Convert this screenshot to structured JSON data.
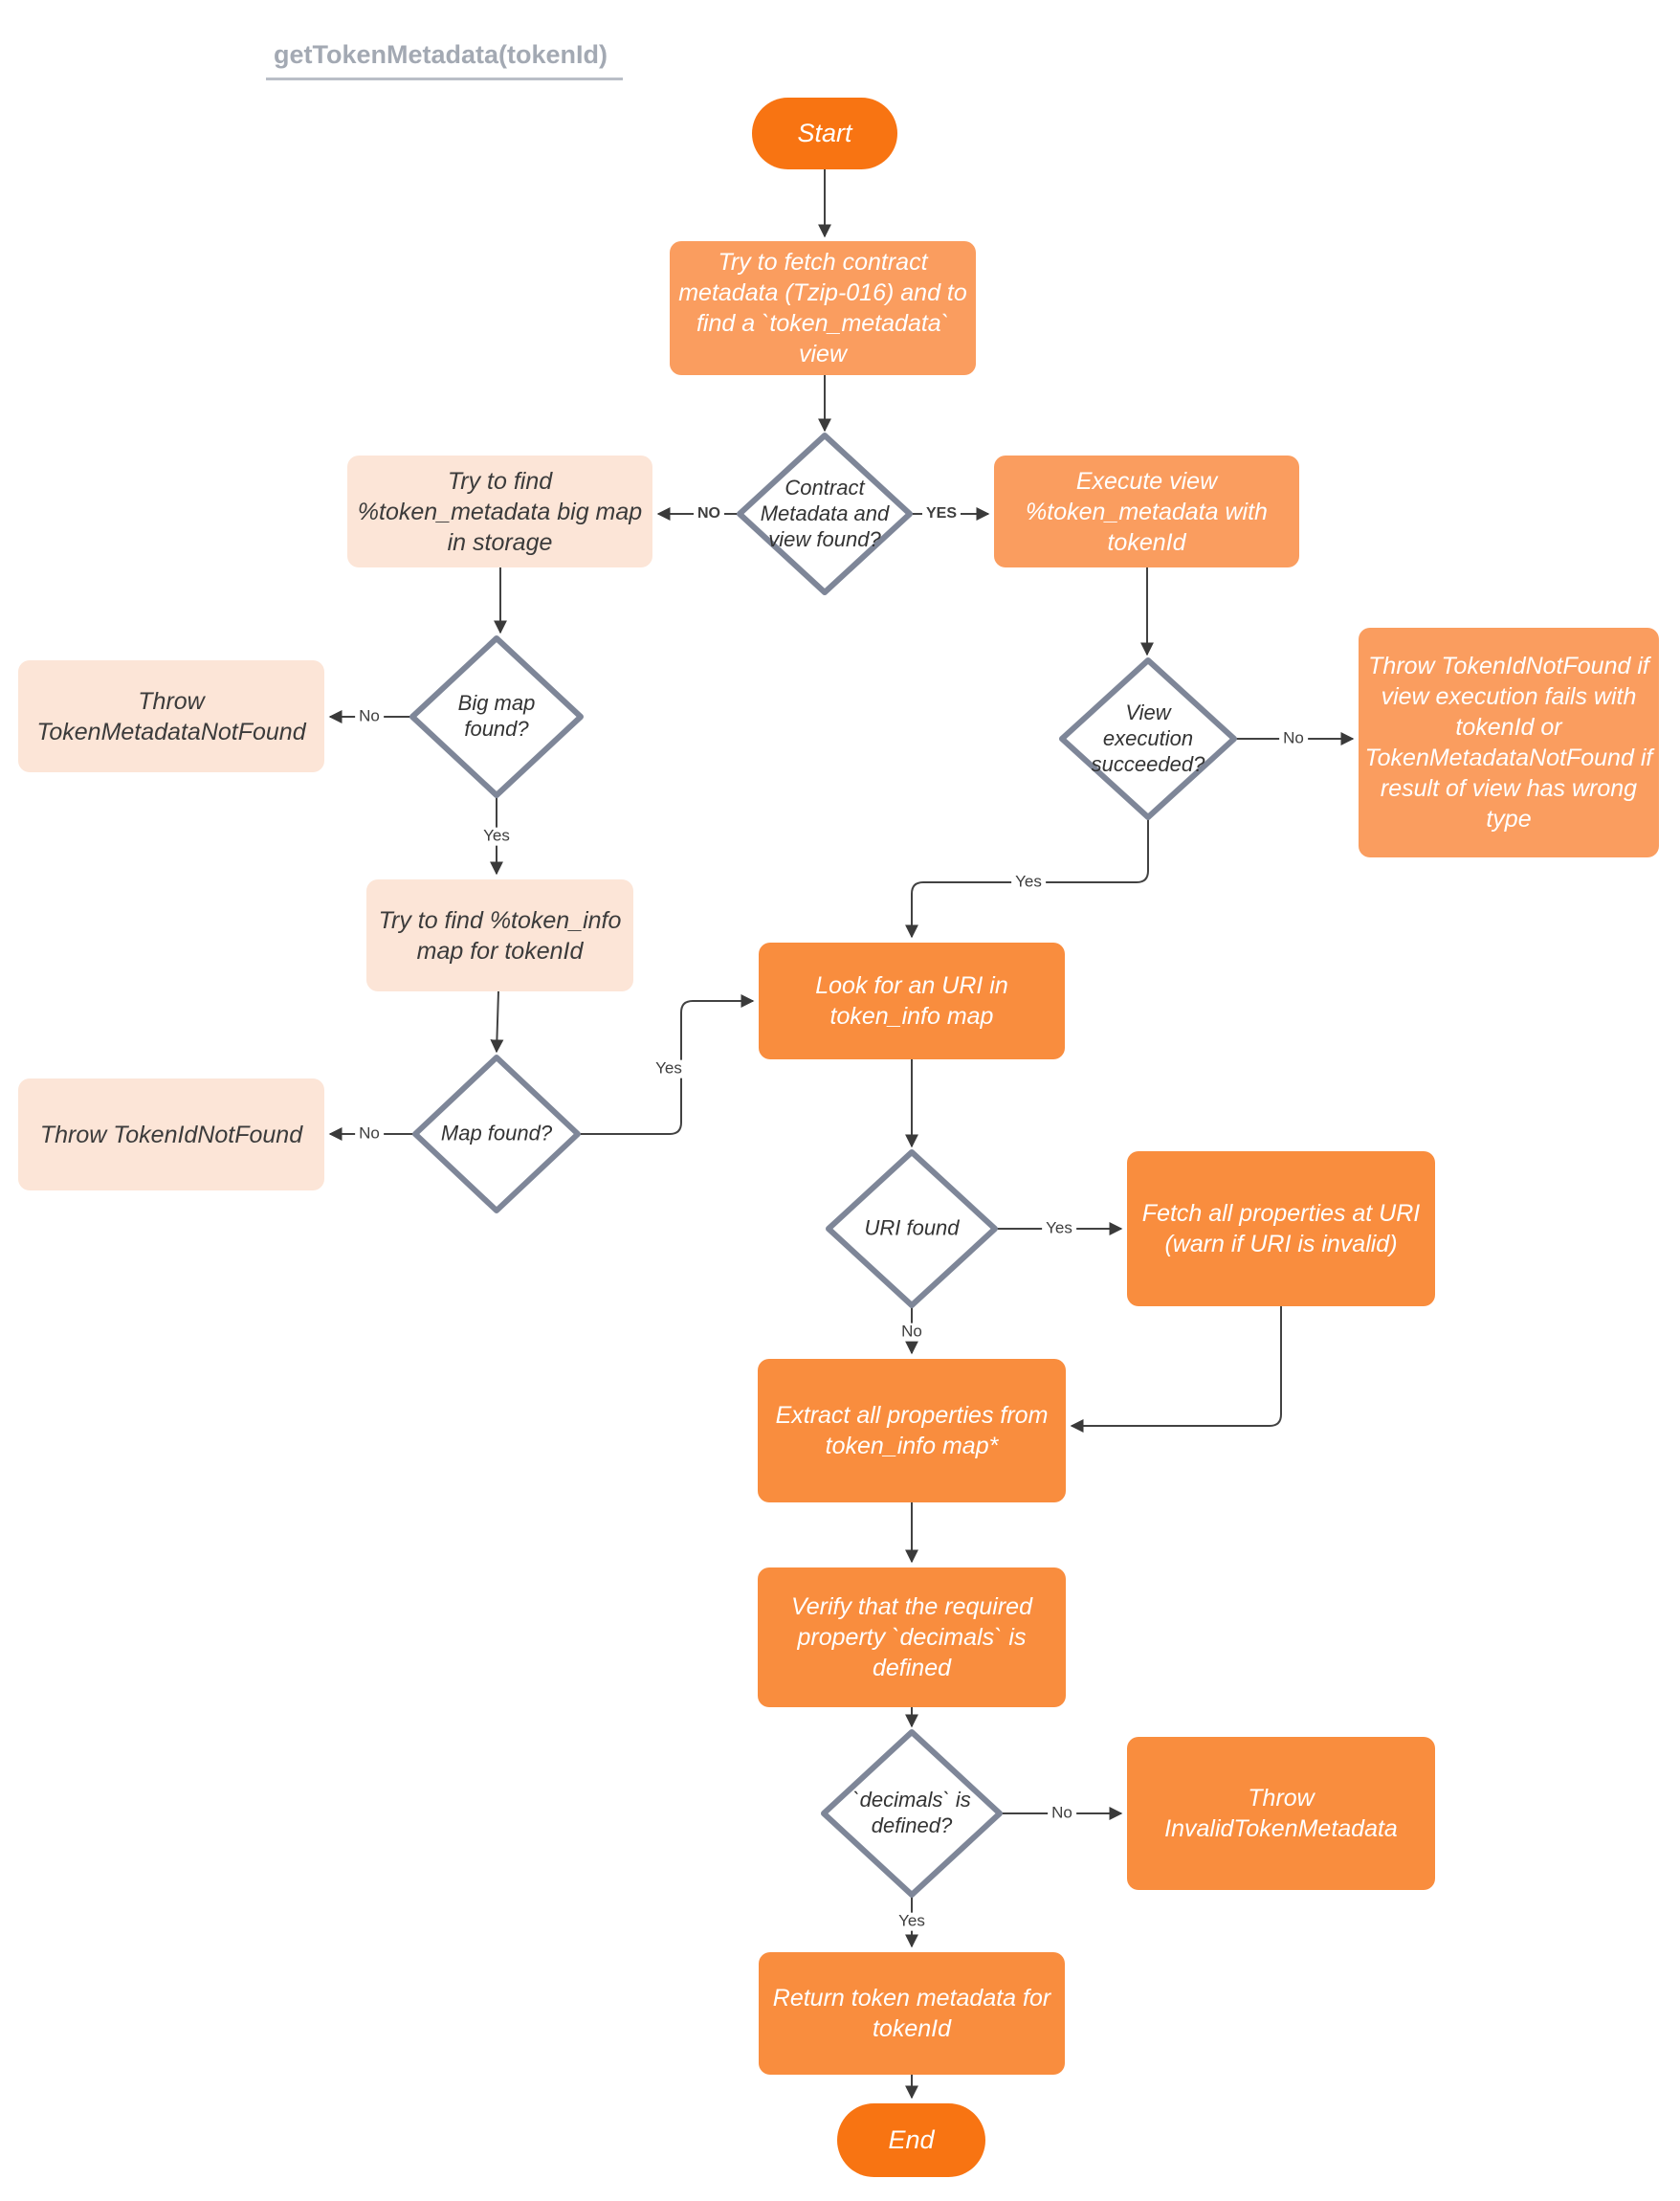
{
  "title": "getTokenMetadata(tokenId)",
  "colors": {
    "terminal_orange": "#f87412",
    "process_light_orange": "#fa9d5f",
    "process_medium_orange": "#f98d3e",
    "note_peach": "#fce5d7",
    "diamond_border": "#7e8698",
    "connector": "#424242",
    "title_gray": "#a3a9b3"
  },
  "nodes": {
    "start": {
      "label": "Start"
    },
    "fetch_metadata": {
      "label": "Try to fetch contract metadata (Tzip-016) and to find a `token_metadata` view"
    },
    "d_metadata_found": {
      "label": "Contract Metadata and view found?"
    },
    "find_big_map": {
      "label": "Try to find %token_metadata big map in storage"
    },
    "execute_view": {
      "label": "Execute view %token_metadata with tokenId"
    },
    "d_big_map_found": {
      "label": "Big map found?"
    },
    "throw_token_metadata_not_found": {
      "label": "Throw TokenMetadataNotFound"
    },
    "find_token_info": {
      "label": "Try to find %token_info map for tokenId"
    },
    "d_map_found": {
      "label": "Map found?"
    },
    "throw_token_id_not_found": {
      "label": "Throw TokenIdNotFound"
    },
    "d_view_succeeded": {
      "label": "View execution succeeded?"
    },
    "throw_view_failure": {
      "label": "Throw TokenIdNotFound if view execution fails with tokenId or TokenMetadataNotFound if result of view has wrong type"
    },
    "look_for_uri": {
      "label": "Look for an URI in token_info map"
    },
    "d_uri_found": {
      "label": "URI found"
    },
    "fetch_properties": {
      "label": "Fetch all properties at URI (warn if URI is invalid)"
    },
    "extract_properties": {
      "label": "Extract all properties from token_info map*"
    },
    "verify_decimals": {
      "label": "Verify that the required property `decimals` is defined"
    },
    "d_decimals_defined": {
      "label": "`decimals` is defined?"
    },
    "throw_invalid_token_metadata": {
      "label": "Throw InvalidTokenMetadata"
    },
    "return_metadata": {
      "label": "Return token metadata for tokenId"
    },
    "end": {
      "label": "End"
    }
  },
  "edge_labels": {
    "d1_no": "NO",
    "d1_yes": "YES",
    "d2_no": "No",
    "d2_yes": "Yes",
    "d3_no": "No",
    "d3_yes": "Yes",
    "d4_no": "No",
    "d4_yes": "Yes",
    "d5_no": "No",
    "d5_yes": "Yes",
    "d6_no": "No",
    "d6_yes": "Yes"
  }
}
